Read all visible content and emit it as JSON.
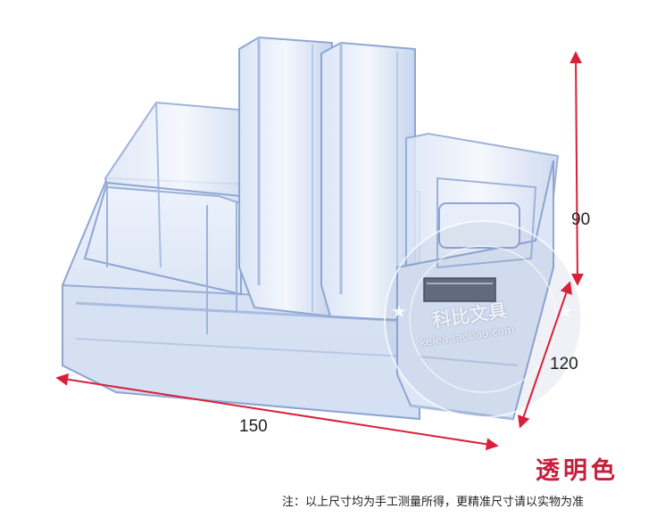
{
  "dimensions": {
    "height": "90",
    "depth": "120",
    "width": "150"
  },
  "color_label": "透明色",
  "note": "注：以上尺寸均为手工测量所得，更精准尺寸请以实物为准",
  "watermark": {
    "text": "科比文具",
    "url": "kejea.taobao.com"
  },
  "colors": {
    "arrow": "#d8203a",
    "color_label": "#c81e3c",
    "acrylic_edge": "#8ea6d2",
    "acrylic_fill": "#dfe8f7"
  }
}
